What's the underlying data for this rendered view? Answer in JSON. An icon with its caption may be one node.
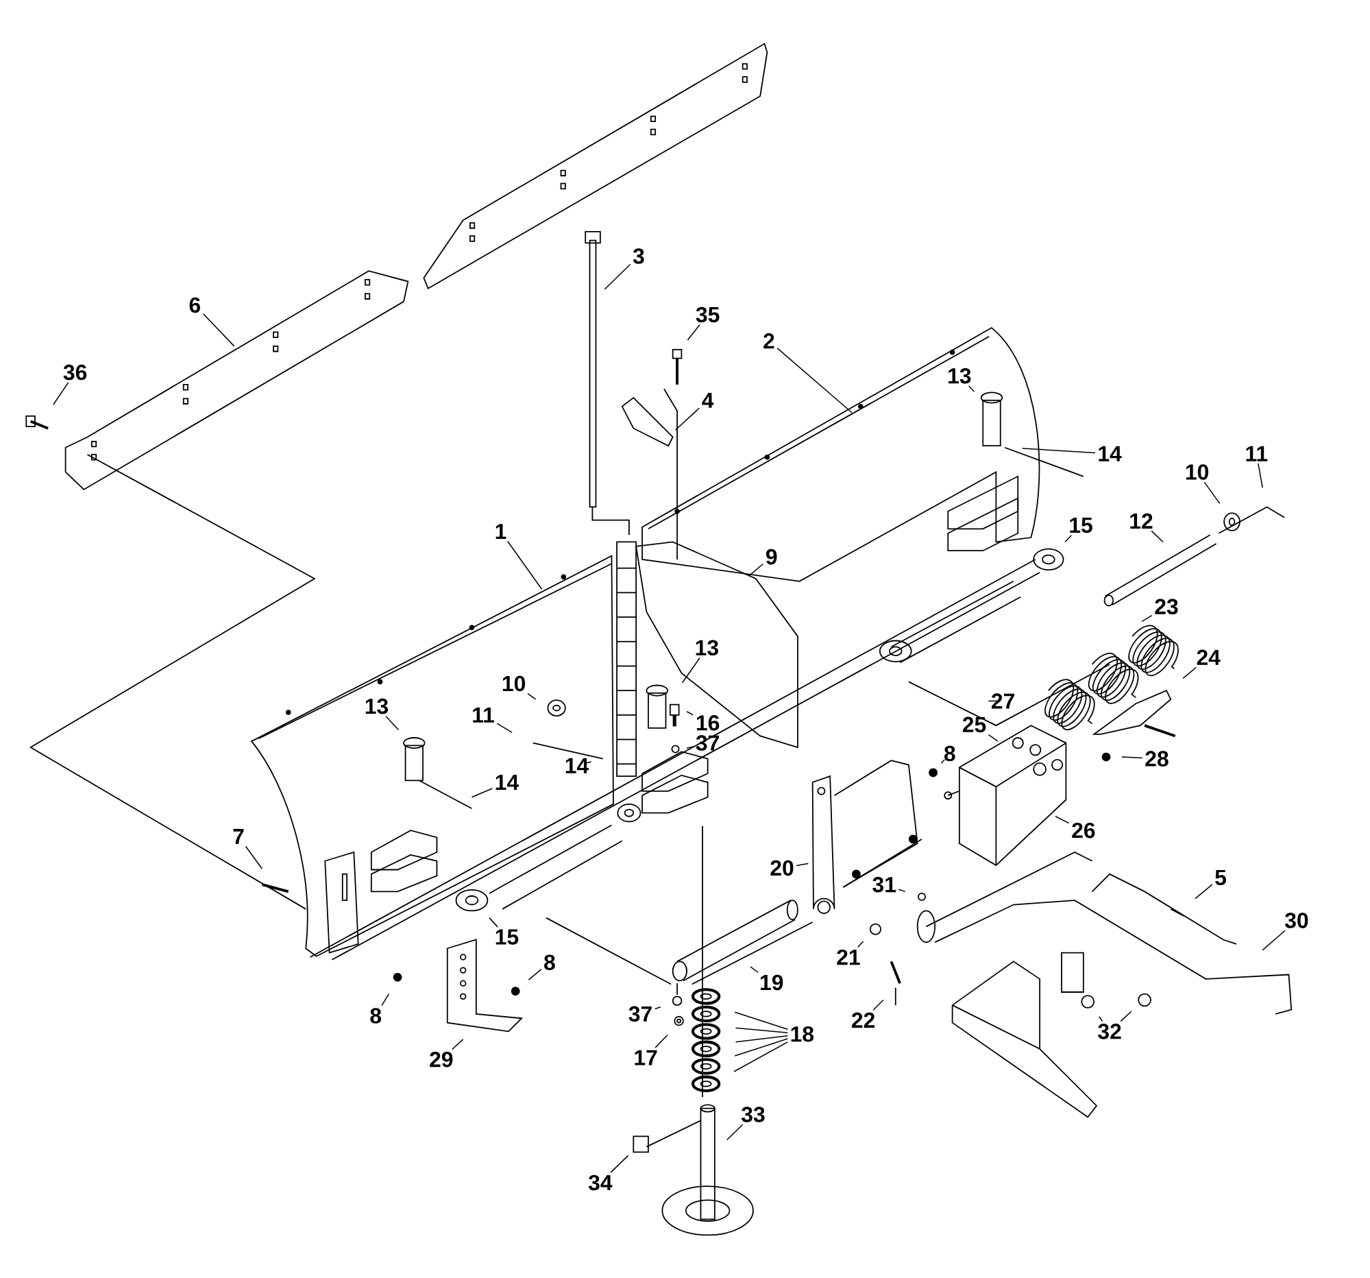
{
  "diagram": {
    "nodes": [
      {
        "text": [
          "3"
        ]
      },
      {
        "text": [
          "35"
        ]
      },
      {
        "text": [
          "6"
        ]
      },
      {
        "text": [
          "36"
        ]
      },
      {
        "text": [
          "2"
        ]
      },
      {
        "text": [
          "13"
        ]
      },
      {
        "text": [
          "4"
        ]
      },
      {
        "text": [
          "14"
        ]
      },
      {
        "text": [
          "11"
        ]
      },
      {
        "text": [
          "10"
        ]
      },
      {
        "text": [
          "12"
        ]
      },
      {
        "text": [
          "15"
        ]
      },
      {
        "text": [
          "1"
        ]
      },
      {
        "text": [
          "9"
        ]
      },
      {
        "text": [
          "23"
        ]
      },
      {
        "text": [
          "13"
        ]
      },
      {
        "text": [
          "24"
        ]
      },
      {
        "text": [
          "13"
        ]
      },
      {
        "text": [
          "10"
        ]
      },
      {
        "text": [
          "11"
        ]
      },
      {
        "text": [
          "27"
        ]
      },
      {
        "text": [
          "16"
        ]
      },
      {
        "text": [
          "37"
        ]
      },
      {
        "text": [
          "14"
        ]
      },
      {
        "text": [
          "14"
        ]
      },
      {
        "text": [
          "25"
        ]
      },
      {
        "text": [
          "8"
        ]
      },
      {
        "text": [
          "28"
        ]
      },
      {
        "text": [
          "26"
        ]
      },
      {
        "text": [
          "7"
        ]
      },
      {
        "text": [
          "20"
        ]
      },
      {
        "text": [
          "31"
        ]
      },
      {
        "text": [
          "5"
        ]
      },
      {
        "text": [
          "30"
        ]
      },
      {
        "text": [
          "15"
        ]
      },
      {
        "text": [
          "21"
        ]
      },
      {
        "text": [
          "8"
        ]
      },
      {
        "text": [
          "19"
        ]
      },
      {
        "text": [
          "8"
        ]
      },
      {
        "text": [
          "37"
        ]
      },
      {
        "text": [
          "18"
        ]
      },
      {
        "text": [
          "22"
        ]
      },
      {
        "text": [
          "32"
        ]
      },
      {
        "text": [
          "29"
        ]
      },
      {
        "text": [
          "17"
        ]
      },
      {
        "text": [
          "33"
        ]
      },
      {
        "text": [
          "34"
        ]
      }
    ],
    "edges": [
      {
        "from": 0,
        "to": null,
        "arrow": "none"
      },
      {
        "from": 1,
        "to": null,
        "arrow": "none"
      },
      {
        "from": 2,
        "to": null,
        "arrow": "none"
      },
      {
        "from": 3,
        "to": null,
        "arrow": "none"
      },
      {
        "from": 4,
        "to": null,
        "arrow": "none"
      },
      {
        "from": 5,
        "to": null,
        "arrow": "none"
      },
      {
        "from": 6,
        "to": null,
        "arrow": "none"
      },
      {
        "from": 7,
        "to": null,
        "arrow": "none"
      },
      {
        "from": 8,
        "to": null,
        "arrow": "none"
      },
      {
        "from": 9,
        "to": null,
        "arrow": "none"
      },
      {
        "from": 10,
        "to": null,
        "arrow": "none"
      },
      {
        "from": 11,
        "to": null,
        "arrow": "none"
      },
      {
        "from": 12,
        "to": null,
        "arrow": "none"
      },
      {
        "from": 13,
        "to": null,
        "arrow": "none"
      },
      {
        "from": 14,
        "to": null,
        "arrow": "none"
      },
      {
        "from": 15,
        "to": null,
        "arrow": "none"
      },
      {
        "from": 16,
        "to": null,
        "arrow": "none"
      },
      {
        "from": 17,
        "to": null,
        "arrow": "none"
      },
      {
        "from": 18,
        "to": null,
        "arrow": "none"
      },
      {
        "from": 19,
        "to": null,
        "arrow": "none"
      },
      {
        "from": 20,
        "to": null,
        "arrow": "none"
      },
      {
        "from": 21,
        "to": null,
        "arrow": "none"
      },
      {
        "from": 22,
        "to": null,
        "arrow": "none"
      },
      {
        "from": 23,
        "to": null,
        "arrow": "none"
      },
      {
        "from": 24,
        "to": null,
        "arrow": "none"
      },
      {
        "from": 25,
        "to": null,
        "arrow": "none"
      },
      {
        "from": 26,
        "to": null,
        "arrow": "none"
      },
      {
        "from": 27,
        "to": null,
        "arrow": "none"
      },
      {
        "from": 28,
        "to": null,
        "arrow": "none"
      },
      {
        "from": 29,
        "to": null,
        "arrow": "none"
      },
      {
        "from": 30,
        "to": null,
        "arrow": "none"
      },
      {
        "from": 31,
        "to": null,
        "arrow": "none"
      },
      {
        "from": 32,
        "to": null,
        "arrow": "none"
      },
      {
        "from": 33,
        "to": null,
        "arrow": "none"
      },
      {
        "from": 34,
        "to": null,
        "arrow": "none"
      },
      {
        "from": 35,
        "to": null,
        "arrow": "none"
      },
      {
        "from": 36,
        "to": null,
        "arrow": "none"
      },
      {
        "from": 37,
        "to": null,
        "arrow": "none"
      },
      {
        "from": 38,
        "to": null,
        "arrow": "none"
      },
      {
        "from": 39,
        "to": null,
        "arrow": "none"
      },
      {
        "from": 40,
        "to": null,
        "arrow": "none"
      },
      {
        "from": 40,
        "to": null,
        "arrow": "none"
      },
      {
        "from": 40,
        "to": null,
        "arrow": "none"
      },
      {
        "from": 40,
        "to": null,
        "arrow": "none"
      },
      {
        "from": 40,
        "to": null,
        "arrow": "none"
      },
      {
        "from": 41,
        "to": null,
        "arrow": "none"
      },
      {
        "from": 42,
        "to": null,
        "arrow": "none"
      },
      {
        "from": 42,
        "to": null,
        "arrow": "none"
      },
      {
        "from": 43,
        "to": null,
        "arrow": "none"
      },
      {
        "from": 44,
        "to": null,
        "arrow": "none"
      },
      {
        "from": 45,
        "to": null,
        "arrow": "none"
      },
      {
        "from": 46,
        "to": null,
        "arrow": "none"
      }
    ]
  }
}
